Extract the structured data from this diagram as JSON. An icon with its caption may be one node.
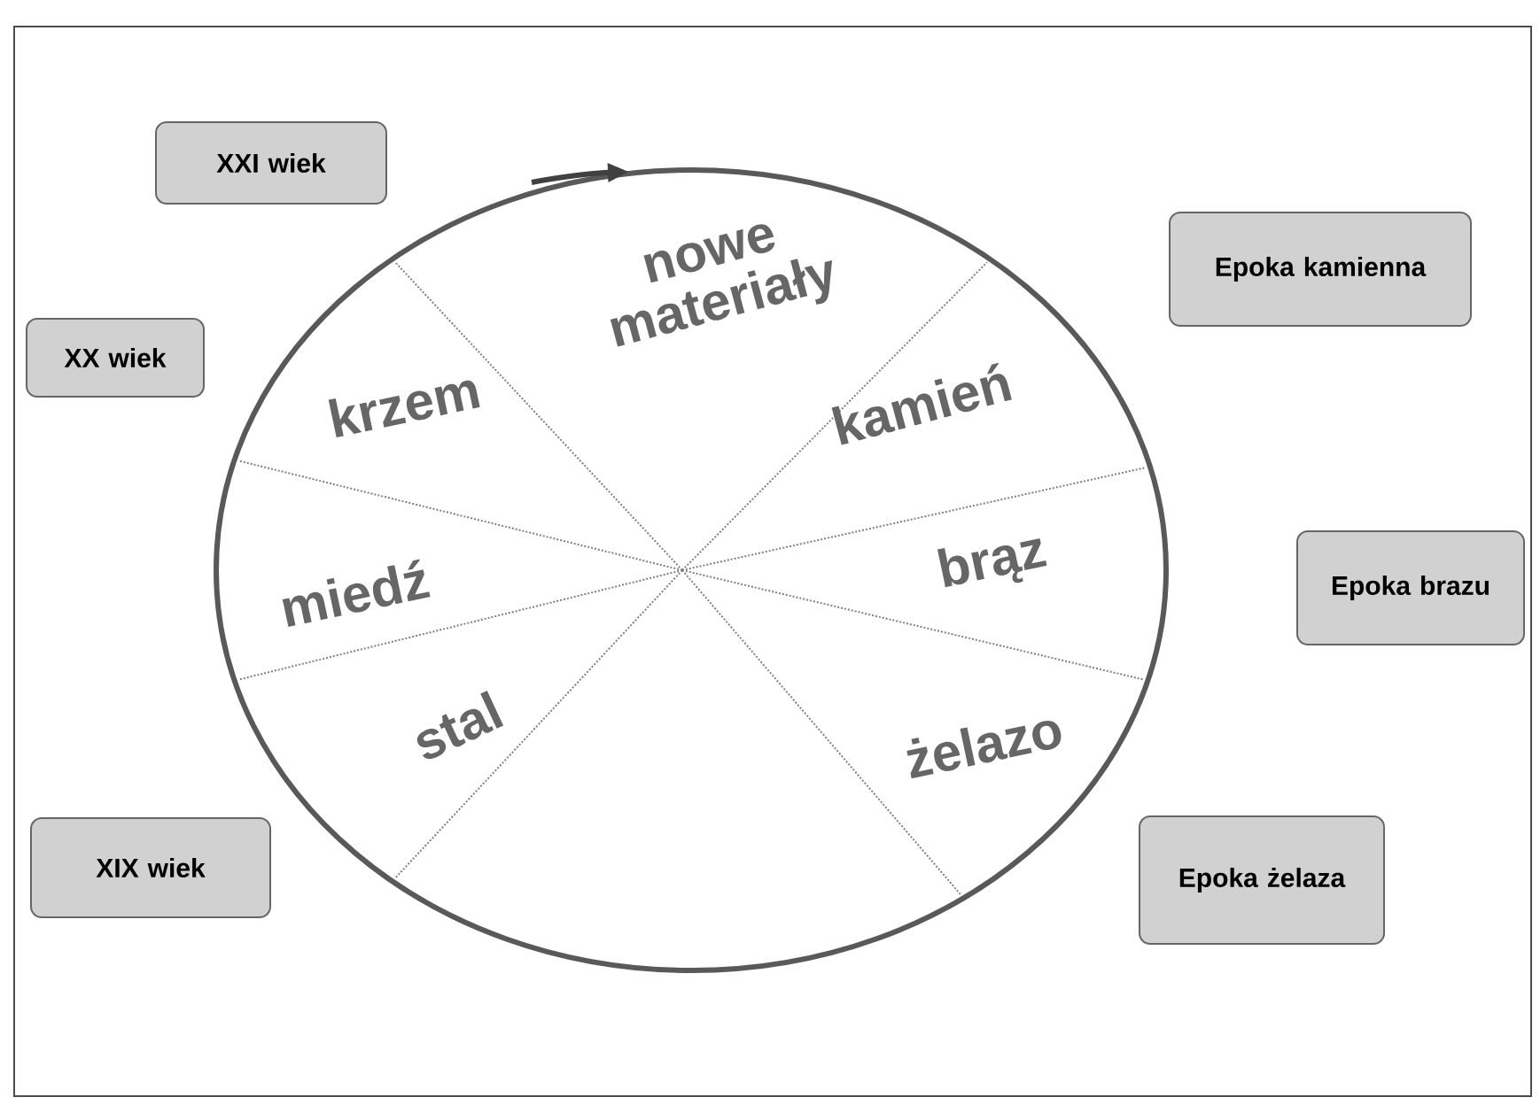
{
  "diagram": {
    "nodes": [
      {
        "text": [
          "XXI wiek"
        ]
      },
      {
        "text": [
          "XX wiek"
        ]
      },
      {
        "text": [
          "Epoka kamienna"
        ]
      },
      {
        "text": [
          "Epoka brazu"
        ]
      },
      {
        "text": [
          "XIX wiek"
        ]
      },
      {
        "text": [
          "Epoka żelaza"
        ]
      }
    ],
    "labels": [
      "nowe materiały",
      "krzem",
      "kamień",
      "miedź",
      "brąz",
      "stal",
      "żelazo"
    ]
  }
}
